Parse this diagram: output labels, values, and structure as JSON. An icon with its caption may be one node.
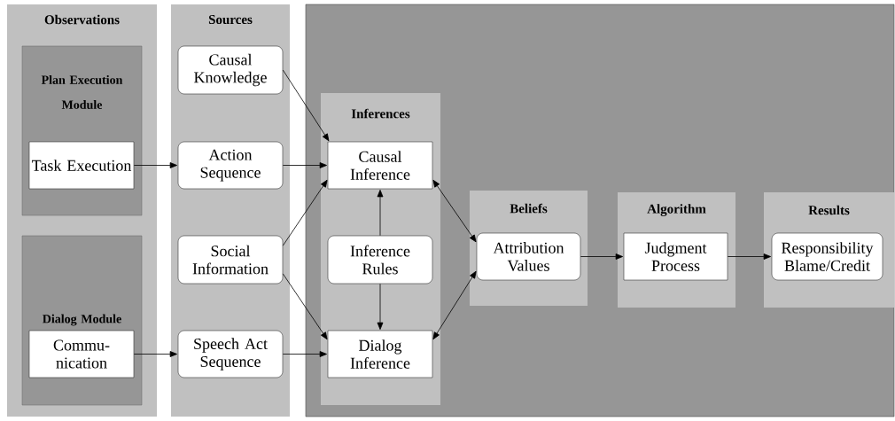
{
  "diagram": {
    "nodes": [
      {
        "text": [
          "Observations"
        ]
      },
      {
        "text": [
          "Plan Execution Module"
        ],
        "in": 0
      },
      {
        "text": [
          "Task Execution"
        ],
        "in": 1
      },
      {
        "text": [
          "Dialog Module"
        ],
        "in": 0
      },
      {
        "text": [
          "Commu- nication"
        ],
        "in": 3
      },
      {
        "text": [
          "Sources"
        ]
      },
      {
        "text": [
          "Causal Knowledge"
        ],
        "in": 5
      },
      {
        "text": [
          "Action Sequence"
        ],
        "in": 5
      },
      {
        "text": [
          "Social Information"
        ],
        "in": 5
      },
      {
        "text": [
          "Speech Act Sequence"
        ],
        "in": 5
      },
      {
        "text": [],
        "shape": "box"
      },
      {
        "text": [
          "Inferences"
        ],
        "in": 10
      },
      {
        "text": [
          "Causal Inference"
        ],
        "in": 11
      },
      {
        "text": [
          "Inference Rules"
        ],
        "in": 11
      },
      {
        "text": [
          "Dialog Inference"
        ],
        "in": 11
      },
      {
        "text": [
          "Beliefs"
        ],
        "in": 10
      },
      {
        "text": [
          "Attribution Values"
        ],
        "in": 15
      },
      {
        "text": [
          "Algorithm"
        ],
        "in": 10
      },
      {
        "text": [
          "Judgment Process"
        ],
        "in": 17
      },
      {
        "text": [
          "Results"
        ],
        "in": 10
      },
      {
        "text": [
          "Responsibility Blame/Credit"
        ],
        "in": 19
      }
    ],
    "edges": [
      {
        "from": 2,
        "to": 7,
        "arrow": "to"
      },
      {
        "from": 4,
        "to": 9,
        "arrow": "to"
      },
      {
        "from": 6,
        "to": 12,
        "arrow": "to"
      },
      {
        "from": 7,
        "to": 12,
        "arrow": "to"
      },
      {
        "from": 8,
        "to": 12,
        "arrow": "to"
      },
      {
        "from": 8,
        "to": 14,
        "arrow": "to"
      },
      {
        "from": 9,
        "to": 14,
        "arrow": "to"
      },
      {
        "from": 13,
        "to": 12,
        "arrow": "to"
      },
      {
        "from": 13,
        "to": 14,
        "arrow": "to"
      },
      {
        "from": 16,
        "to": 12,
        "arrow": "both"
      },
      {
        "from": 16,
        "to": 14,
        "arrow": "both"
      },
      {
        "from": 16,
        "to": 18,
        "arrow": "to"
      },
      {
        "from": 18,
        "to": 20,
        "arrow": "to"
      }
    ]
  }
}
